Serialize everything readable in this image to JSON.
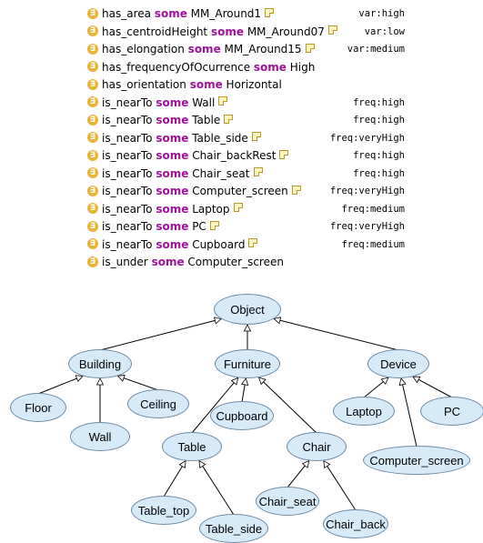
{
  "axioms": [
    {
      "property": "has_area",
      "keyword": "some",
      "filler": "MM_Around1",
      "note": true,
      "tag": "var:high"
    },
    {
      "property": "has_centroidHeight",
      "keyword": "some",
      "filler": "MM_Around07",
      "note": true,
      "tag": "var:low"
    },
    {
      "property": "has_elongation",
      "keyword": "some",
      "filler": "MM_Around15",
      "note": true,
      "tag": "var:medium"
    },
    {
      "property": "has_frequencyOfOcurrence",
      "keyword": "some",
      "filler": "High",
      "note": false,
      "tag": ""
    },
    {
      "property": "has_orientation",
      "keyword": "some",
      "filler": "Horizontal",
      "note": false,
      "tag": ""
    },
    {
      "property": "is_nearTo",
      "keyword": "some",
      "filler": "Wall",
      "note": true,
      "tag": "freq:high"
    },
    {
      "property": "is_nearTo",
      "keyword": "some",
      "filler": "Table",
      "note": true,
      "tag": "freq:high"
    },
    {
      "property": "is_nearTo",
      "keyword": "some",
      "filler": "Table_side",
      "note": true,
      "tag": "freq:veryHigh"
    },
    {
      "property": "is_nearTo",
      "keyword": "some",
      "filler": "Chair_backRest",
      "note": true,
      "tag": "freq:high"
    },
    {
      "property": "is_nearTo",
      "keyword": "some",
      "filler": "Chair_seat",
      "note": true,
      "tag": "freq:high"
    },
    {
      "property": "is_nearTo",
      "keyword": "some",
      "filler": "Computer_screen",
      "note": true,
      "tag": "freq:veryHigh"
    },
    {
      "property": "is_nearTo",
      "keyword": "some",
      "filler": "Laptop",
      "note": true,
      "tag": "freq:medium"
    },
    {
      "property": "is_nearTo",
      "keyword": "some",
      "filler": "PC",
      "note": true,
      "tag": "freq:veryHigh"
    },
    {
      "property": "is_nearTo",
      "keyword": "some",
      "filler": "Cupboard",
      "note": true,
      "tag": "freq:medium"
    },
    {
      "property": "is_under",
      "keyword": "some",
      "filler": "Computer_screen",
      "note": false,
      "tag": ""
    }
  ],
  "exists_symbol": "∃",
  "colors": {
    "exists_badge": "#e8b436",
    "keyword": "#a0119c",
    "node_fill": "#d6eaf7",
    "node_stroke": "#6d8aa6"
  },
  "hierarchy": {
    "nodes": [
      {
        "id": "object",
        "label": "Object"
      },
      {
        "id": "building",
        "label": "Building"
      },
      {
        "id": "furniture",
        "label": "Furniture"
      },
      {
        "id": "device",
        "label": "Device"
      },
      {
        "id": "floor",
        "label": "Floor"
      },
      {
        "id": "wall",
        "label": "Wall"
      },
      {
        "id": "ceiling",
        "label": "Ceiling"
      },
      {
        "id": "cupboard",
        "label": "Cupboard"
      },
      {
        "id": "table",
        "label": "Table"
      },
      {
        "id": "chair",
        "label": "Chair"
      },
      {
        "id": "laptop",
        "label": "Laptop"
      },
      {
        "id": "pc",
        "label": "PC"
      },
      {
        "id": "computer_screen",
        "label": "Computer_screen"
      },
      {
        "id": "table_top",
        "label": "Table_top"
      },
      {
        "id": "table_side",
        "label": "Table_side"
      },
      {
        "id": "chair_seat",
        "label": "Chair_seat"
      },
      {
        "id": "chair_back",
        "label": "Chair_back"
      }
    ],
    "edges": [
      {
        "child": "building",
        "parent": "object"
      },
      {
        "child": "furniture",
        "parent": "object"
      },
      {
        "child": "device",
        "parent": "object"
      },
      {
        "child": "floor",
        "parent": "building"
      },
      {
        "child": "wall",
        "parent": "building"
      },
      {
        "child": "ceiling",
        "parent": "building"
      },
      {
        "child": "table",
        "parent": "furniture"
      },
      {
        "child": "cupboard",
        "parent": "furniture"
      },
      {
        "child": "chair",
        "parent": "furniture"
      },
      {
        "child": "laptop",
        "parent": "device"
      },
      {
        "child": "computer_screen",
        "parent": "device"
      },
      {
        "child": "pc",
        "parent": "device"
      },
      {
        "child": "table_top",
        "parent": "table"
      },
      {
        "child": "table_side",
        "parent": "table"
      },
      {
        "child": "chair_seat",
        "parent": "chair"
      },
      {
        "child": "chair_back",
        "parent": "chair"
      }
    ]
  }
}
